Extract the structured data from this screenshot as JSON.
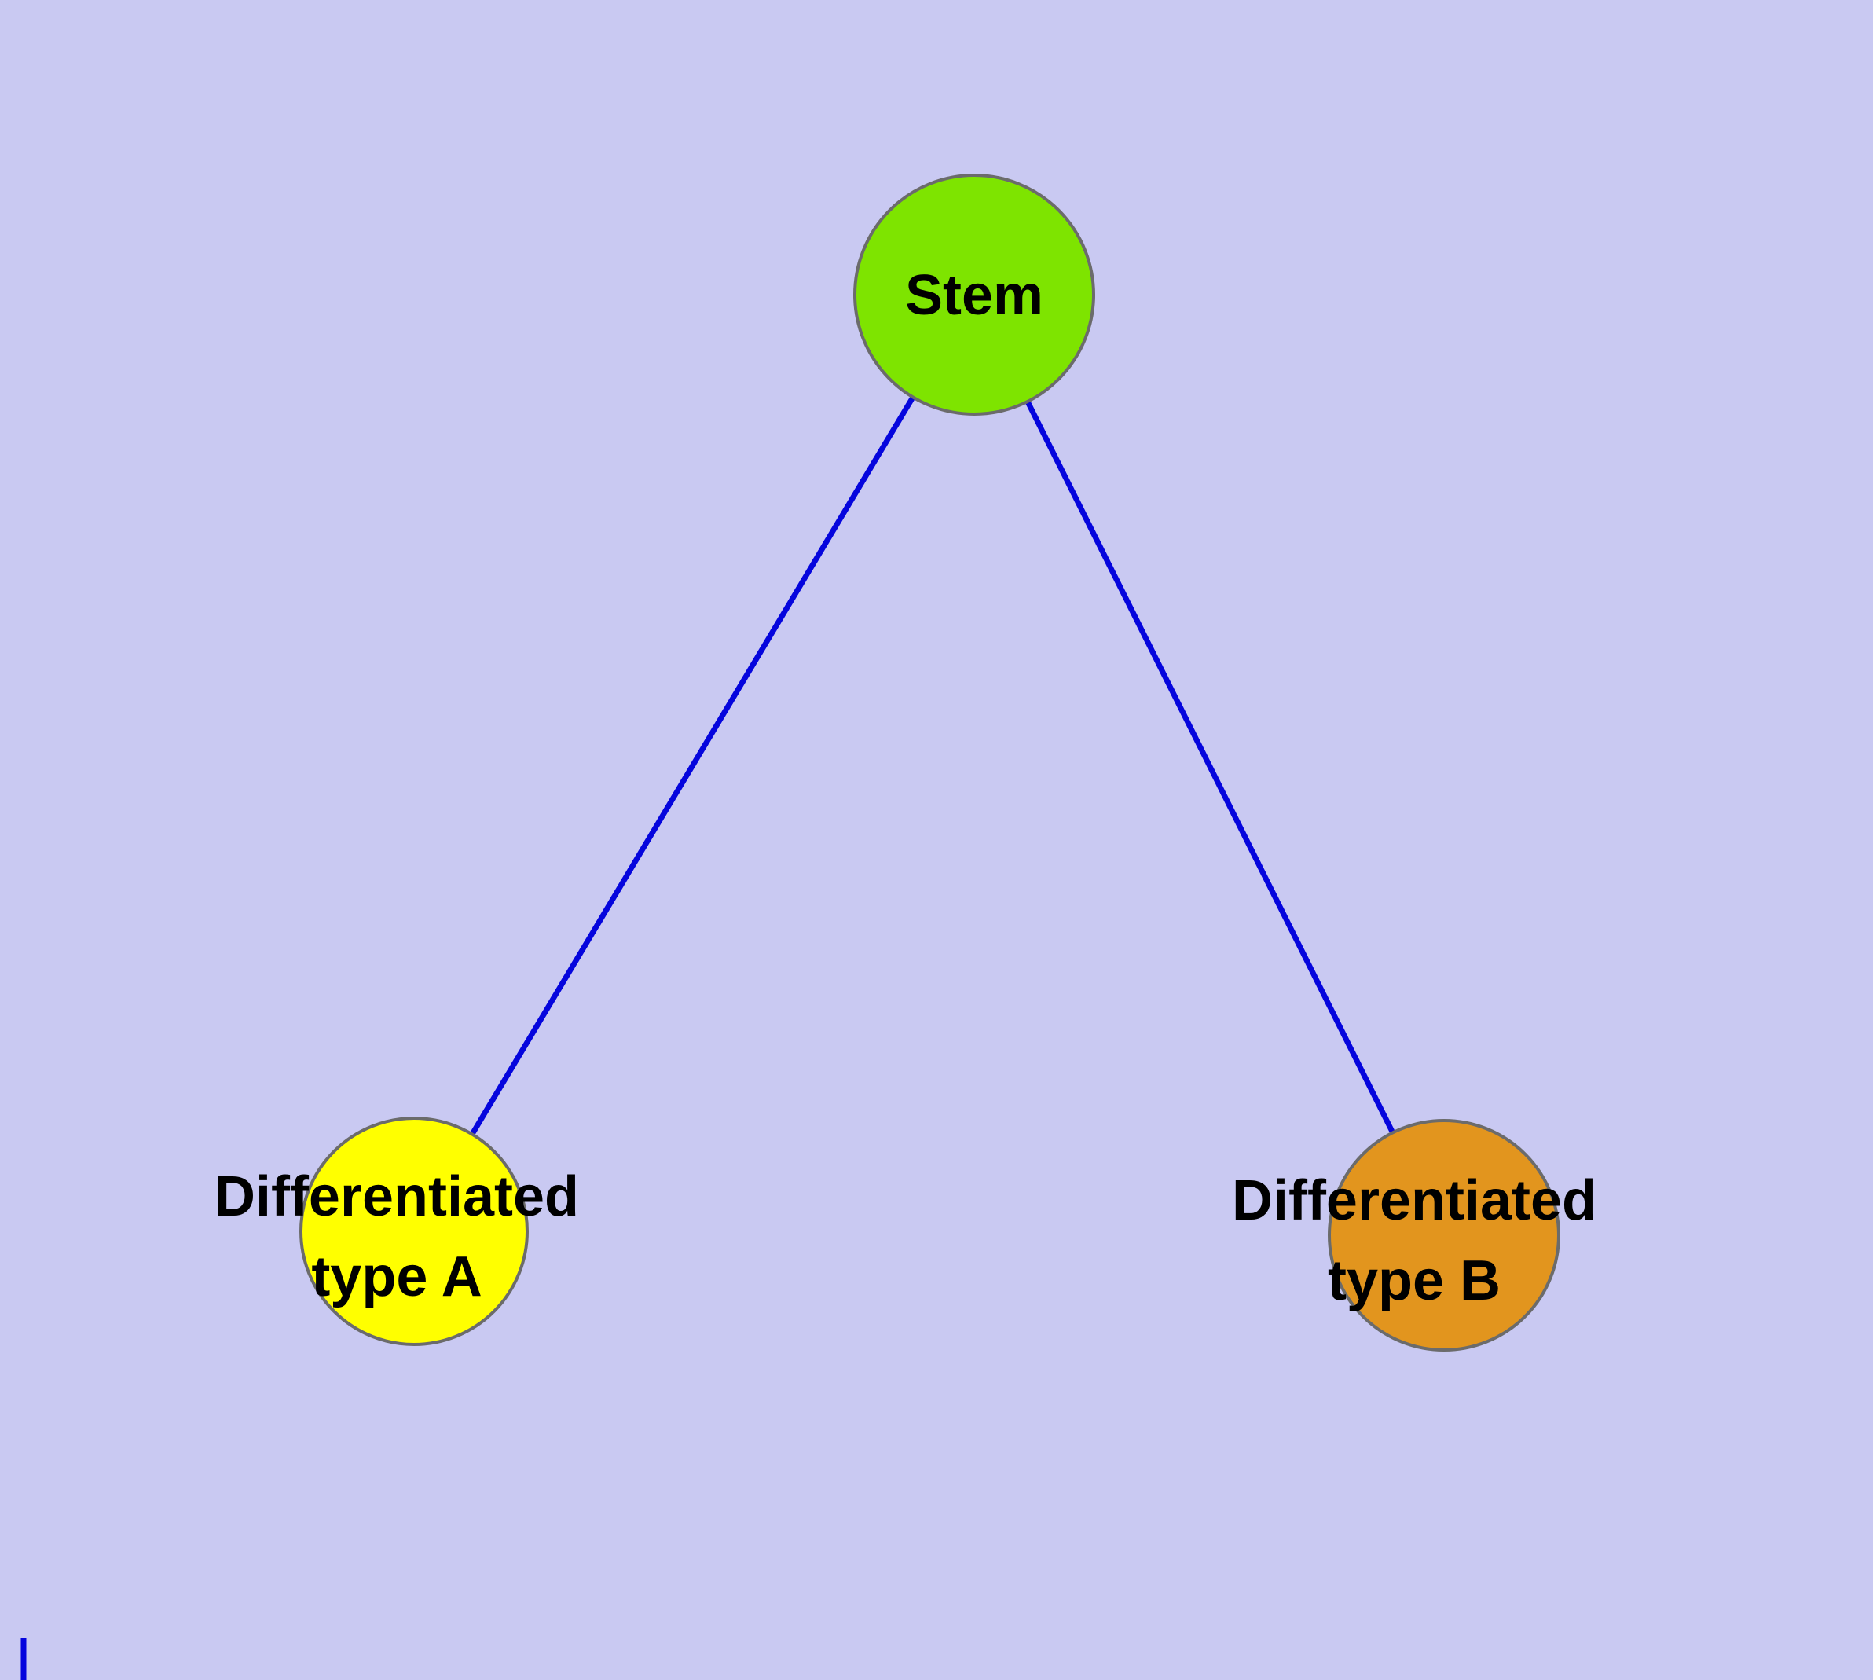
{
  "diagram": {
    "type": "graph",
    "description": "Stem cell differentiation tree: one stem node with two differentiated child nodes",
    "background_color": "#c9c9f2",
    "edge_color": "#0505dd",
    "node_border_color": "#6b6b6b",
    "label_color": "#000000",
    "nodes": [
      {
        "id": "stem",
        "label": "Stem",
        "label_line1": "Stem",
        "label_line2": "",
        "fill": "#7ee400"
      },
      {
        "id": "type-a",
        "label": "Differentiated type A",
        "label_line1": "Differentiated",
        "label_line2": "type A",
        "fill": "#ffff00"
      },
      {
        "id": "type-b",
        "label": "Differentiated type B",
        "label_line1": "Differentiated",
        "label_line2": "type B",
        "fill": "#e2951e"
      }
    ],
    "edges": [
      {
        "from": "Stem",
        "to": "Differentiated type A"
      },
      {
        "from": "Stem",
        "to": "Differentiated type B"
      }
    ]
  }
}
